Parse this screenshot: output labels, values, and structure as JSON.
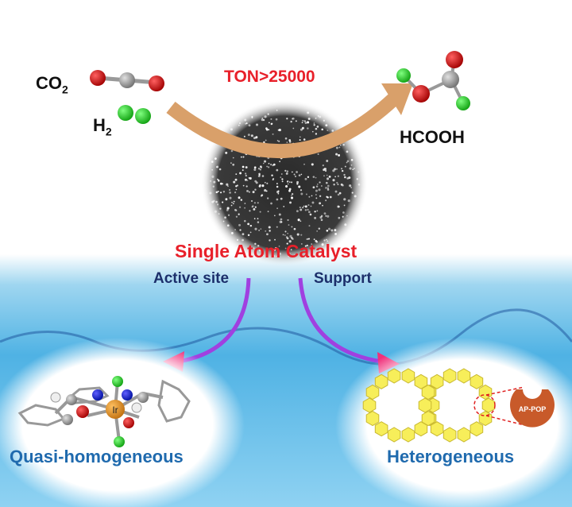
{
  "reactants": {
    "co2": "CO",
    "co2_sub": "2",
    "h2": "H",
    "h2_sub": "2"
  },
  "product": "HCOOH",
  "ton": "TON>25000",
  "catalyst_label": "Single Atom Catalyst",
  "branches": {
    "left": "Active site",
    "right": "Support"
  },
  "left_panel": {
    "label": "Quasi-homogeneous",
    "metal": "Ir"
  },
  "right_panel": {
    "label": "Heterogeneous",
    "badge": "AP-POP"
  },
  "colors": {
    "title_red": "#e8202a",
    "branch_navy": "#1c2f6b",
    "panel_blue": "#1f6aae",
    "arc_orange": "#d9a06a",
    "arrow_pink": "#f0307a",
    "hexagon_yellow": "#f7ee5a",
    "badge_brown": "#c85a2a"
  }
}
